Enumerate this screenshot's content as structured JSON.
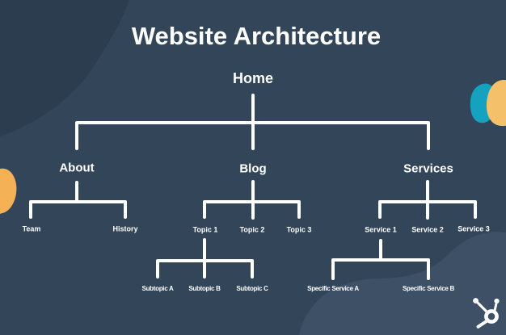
{
  "title": "Website Architecture",
  "nodes": {
    "home": "Home",
    "about": "About",
    "blog": "Blog",
    "services": "Services",
    "team": "Team",
    "history": "History",
    "topic1": "Topic 1",
    "topic2": "Topic 2",
    "topic3": "Topic 3",
    "subtopic_a": "Subtopic A",
    "subtopic_b": "Subtopic B",
    "subtopic_c": "Subtopic C",
    "service1": "Service 1",
    "service2": "Service 2",
    "service3": "Service 3",
    "specific_a": "Specific Service A",
    "specific_b": "Specific Service B"
  },
  "hierarchy": {
    "label": "Home",
    "children": [
      {
        "label": "About",
        "children": [
          {
            "label": "Team"
          },
          {
            "label": "History"
          }
        ]
      },
      {
        "label": "Blog",
        "children": [
          {
            "label": "Topic 1",
            "children": [
              {
                "label": "Subtopic A"
              },
              {
                "label": "Subtopic B"
              },
              {
                "label": "Subtopic C"
              }
            ]
          },
          {
            "label": "Topic 2"
          },
          {
            "label": "Topic 3"
          }
        ]
      },
      {
        "label": "Services",
        "children": [
          {
            "label": "Service 1",
            "children": [
              {
                "label": "Specific Service A"
              },
              {
                "label": "Specific Service B"
              }
            ]
          },
          {
            "label": "Service 2"
          },
          {
            "label": "Service 3"
          }
        ]
      }
    ]
  },
  "branding": {
    "logo": "hubspot-sprocket-logo"
  },
  "colors": {
    "background": "#334659",
    "blob_dark": "#2c3d4f",
    "blob_light": "#3d5065",
    "teal": "#14a2c0",
    "yellow": "#f4c069",
    "orange": "#f5b155",
    "line": "#ffffff",
    "text": "#ffffff"
  }
}
